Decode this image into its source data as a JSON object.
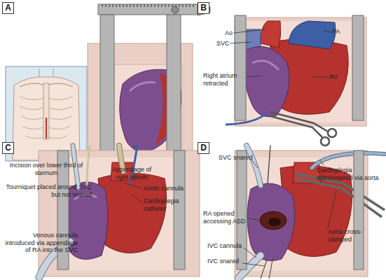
{
  "diagram": {
    "nodes": [
      {
        "text": [
          "A"
        ]
      },
      {
        "text": [
          "B"
        ]
      },
      {
        "text": [
          "C"
        ]
      },
      {
        "text": [
          "D"
        ]
      }
    ],
    "labels": [
      "Incision over lower third of sternum",
      "Appendage of right atrium",
      "Ao",
      "PA",
      "SVC",
      "Right atrium retracted",
      "RV",
      "Tourniquet placed around SVC but not snared",
      "Aortic cannula",
      "Cardioplegia catheter",
      "Venous cannula introduced via appendage of RA into the SVC",
      "SVC snared",
      "Cardioplegia administered via aorta",
      "RA opened accessing ASD",
      "Aorta cross-clamped",
      "IVC cannula",
      "IVC snared"
    ]
  }
}
